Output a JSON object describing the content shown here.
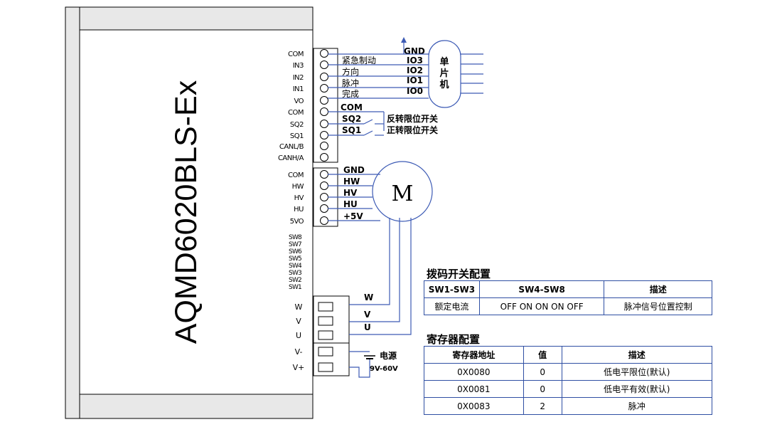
{
  "driver": {
    "model": "AQMD6020BLS-Ex",
    "control_pins": [
      "COM",
      "IN3",
      "IN2",
      "IN1",
      "VO",
      "COM",
      "SQ2",
      "SQ1",
      "CANL/B",
      "CANH/A"
    ],
    "hall_pins": [
      "COM",
      "HW",
      "HV",
      "HU",
      "5VO"
    ],
    "dip_pins": [
      "SW8",
      "SW7",
      "SW6",
      "SW5",
      "SW4",
      "SW3",
      "SW2",
      "SW1"
    ],
    "power_pins": [
      "W",
      "V",
      "U",
      "V-",
      "V+"
    ]
  },
  "mcu": {
    "label": "单片机",
    "gnd": "GND",
    "signals": [
      {
        "func": "紧急制动",
        "io": "IO3"
      },
      {
        "func": "方向",
        "io": "IO2"
      },
      {
        "func": "脉冲",
        "io": "IO1"
      },
      {
        "func": "完成",
        "io": "IO0"
      }
    ]
  },
  "limits": {
    "com": "COM",
    "switches": [
      {
        "sq": "SQ2",
        "desc": "反转限位开关"
      },
      {
        "sq": "SQ1",
        "desc": "正转限位开关"
      }
    ]
  },
  "motor": {
    "label": "M",
    "hall_labels": [
      "GND",
      "HW",
      "HV",
      "HU",
      "+5V"
    ],
    "phase_labels": [
      "W",
      "V",
      "U"
    ]
  },
  "power_supply": {
    "label": "电源",
    "range": "9V-60V"
  },
  "dip_table": {
    "title": "拨码开关配置",
    "headers": [
      "SW1-SW3",
      "SW4-SW8",
      "描述"
    ],
    "rows": [
      [
        "额定电流",
        "OFF ON ON ON OFF",
        "脉冲信号位置控制"
      ]
    ]
  },
  "reg_table": {
    "title": "寄存器配置",
    "headers": [
      "寄存器地址",
      "值",
      "描述"
    ],
    "rows": [
      [
        "0X0080",
        "0",
        "低电平限位(默认)"
      ],
      [
        "0X0081",
        "0",
        "低电平有效(默认)"
      ],
      [
        "0X0083",
        "2",
        "脉冲"
      ]
    ]
  },
  "colors": {
    "wire": "#3d5bb5",
    "line": "#000000",
    "body": "#e8e8e8",
    "table_border": "#2f4fa3"
  }
}
